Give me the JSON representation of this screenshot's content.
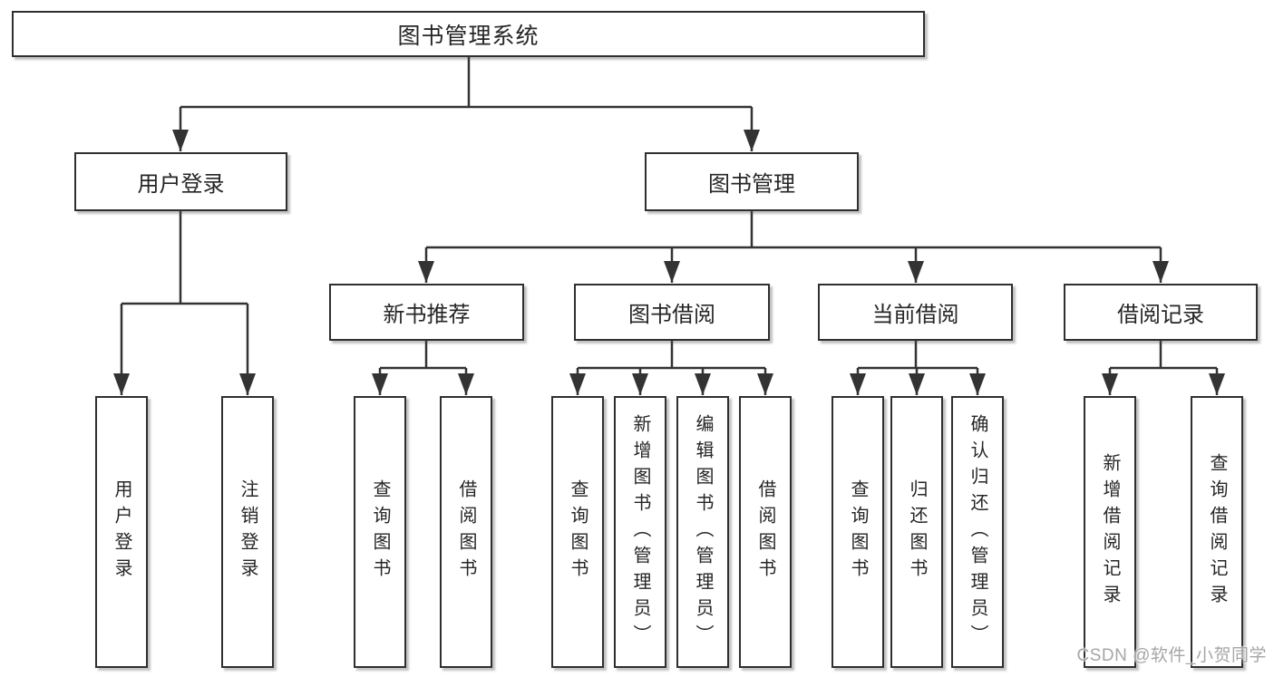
{
  "diagram_title": "图书管理系统",
  "nodes": {
    "root": "图书管理系统",
    "user_login": "用户登录",
    "book_management": "图书管理",
    "new_book_recommend": "新书推荐",
    "book_borrowing": "图书借阅",
    "current_borrowing": "当前借阅",
    "borrowing_records": "借阅记录",
    "leaf_user_login": "用户登录",
    "leaf_logout": "注销登录",
    "leaf_query_books_recommend": "查询图书",
    "leaf_borrow_books_recommend": "借阅图书",
    "leaf_query_books_borrowing": "查询图书",
    "leaf_add_books_admin": "新增图书（管理员）",
    "leaf_edit_books_admin": "编辑图书（管理员）",
    "leaf_borrow_books_borrowing": "借阅图书",
    "leaf_query_books_current": "查询图书",
    "leaf_return_books": "归还图书",
    "leaf_confirm_return_admin": "确认归还（管理员）",
    "leaf_add_borrow_record": "新增借阅记录",
    "leaf_query_borrow_record": "查询借阅记录"
  },
  "hierarchy": {
    "图书管理系统": {
      "用户登录": [
        "用户登录",
        "注销登录"
      ],
      "图书管理": {
        "新书推荐": [
          "查询图书",
          "借阅图书"
        ],
        "图书借阅": [
          "查询图书",
          "新增图书（管理员）",
          "编辑图书（管理员）",
          "借阅图书"
        ],
        "当前借阅": [
          "查询图书",
          "归还图书",
          "确认归还（管理员）"
        ],
        "借阅记录": [
          "新增借阅记录",
          "查询借阅记录"
        ]
      }
    }
  },
  "watermark": "CSDN @软件_小贺同学",
  "colors": {
    "background": "#ffffff",
    "box_fill": "#ffffff",
    "box_border": "#2f2f2f",
    "line": "#333333",
    "text": "#262626",
    "watermark": "#a6a6a6"
  }
}
